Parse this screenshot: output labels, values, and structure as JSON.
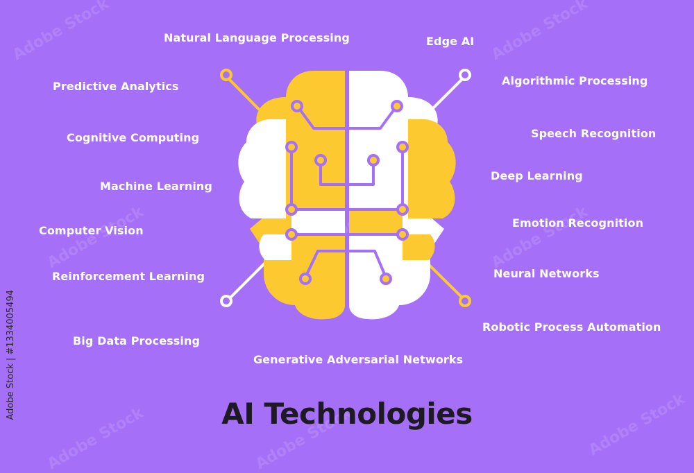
{
  "title": "AI Technologies",
  "side_credit": "Adobe Stock | #1334005494",
  "watermark": "Adobe Stock",
  "colors": {
    "background": "#a66ff7",
    "yellow": "#fdc931",
    "white": "#ffffff",
    "circuit": "#a66ff7",
    "title": "#1d1a24"
  },
  "icon": "brain-circuit-icon",
  "labels": {
    "natural_language_processing": "Natural Language Processing",
    "edge_ai": "Edge AI",
    "predictive_analytics": "Predictive Analytics",
    "algorithmic_processing": "Algorithmic Processing",
    "cognitive_computing": "Cognitive Computing",
    "speech_recognition": "Speech Recognition",
    "machine_learning": "Machine Learning",
    "deep_learning": "Deep Learning",
    "computer_vision": "Computer Vision",
    "emotion_recognition": "Emotion Recognition",
    "reinforcement_learning": "Reinforcement Learning",
    "neural_networks": "Neural Networks",
    "big_data_processing": "Big Data Processing",
    "robotic_process_automation": "Robotic Process Automation",
    "generative_adversarial_networks": "Generative Adversarial Networks"
  }
}
